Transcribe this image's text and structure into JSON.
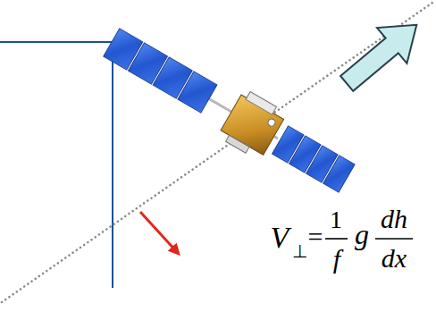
{
  "diagram": {
    "labels": [
      "V",
      "⊥",
      "=",
      "1",
      "f",
      "g",
      "dh",
      "dx"
    ]
  }
}
